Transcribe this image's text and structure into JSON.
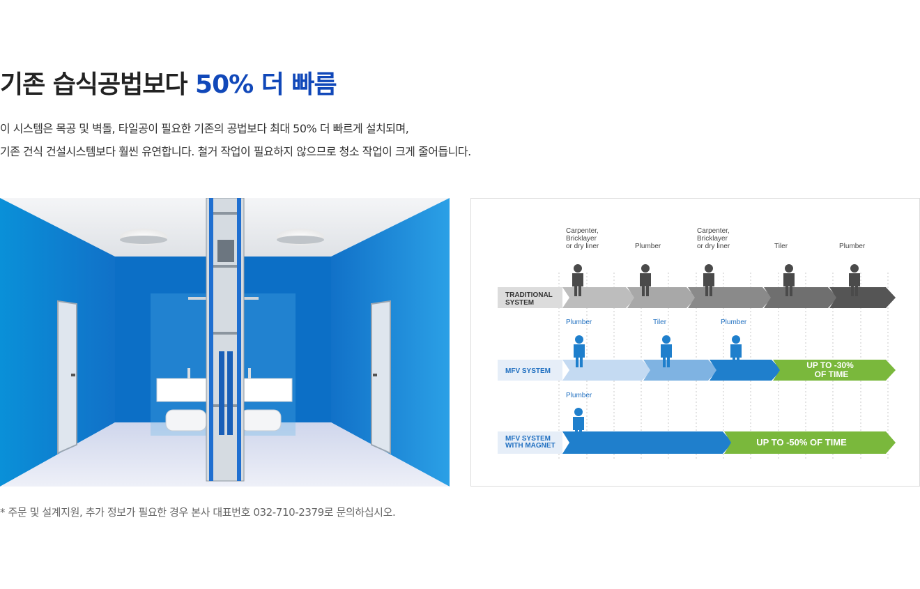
{
  "heading": {
    "prefix": "기존 습식공법보다 ",
    "highlight": "50% 더 빠름"
  },
  "description": {
    "line1": "이 시스템은 목공 및 벽돌, 타일공이 필요한 기존의 공법보다 최대 50% 더 빠르게 설치되며,",
    "line2": "기존 건식 건설시스템보다 훨씬 유연합니다. 철거 작업이 필요하지 않으므로 청소 작업이 크게 줄어듭니다."
  },
  "diagram": {
    "rows": {
      "traditional": "TRADITIONAL SYSTEM",
      "mfv": "MFV SYSTEM",
      "magnet": "MFV SYSTEM WITH MAGNET"
    },
    "traditional_workers": [
      "Carpenter, Bricklayer or dry liner",
      "Plumber",
      "Carpenter, Bricklayer or dry liner",
      "Tiler",
      "Plumber"
    ],
    "mfv_workers": [
      "Plumber",
      "Tiler",
      "Plumber"
    ],
    "magnet_workers": [
      "Plumber"
    ],
    "mfv_saving": "UP TO -30% OF TIME",
    "magnet_saving": "UP TO -50% OF TIME",
    "colors": {
      "brand_blue": "#1148b9",
      "mfv_blue": "#1f7fcc",
      "saving_green": "#7ab83c",
      "grey_dark": "#555555"
    }
  },
  "footnote": "* 주문 및 설계지원, 추가 정보가 필요한 경우 본사 대표번호 032-710-2379로 문의하십시오."
}
